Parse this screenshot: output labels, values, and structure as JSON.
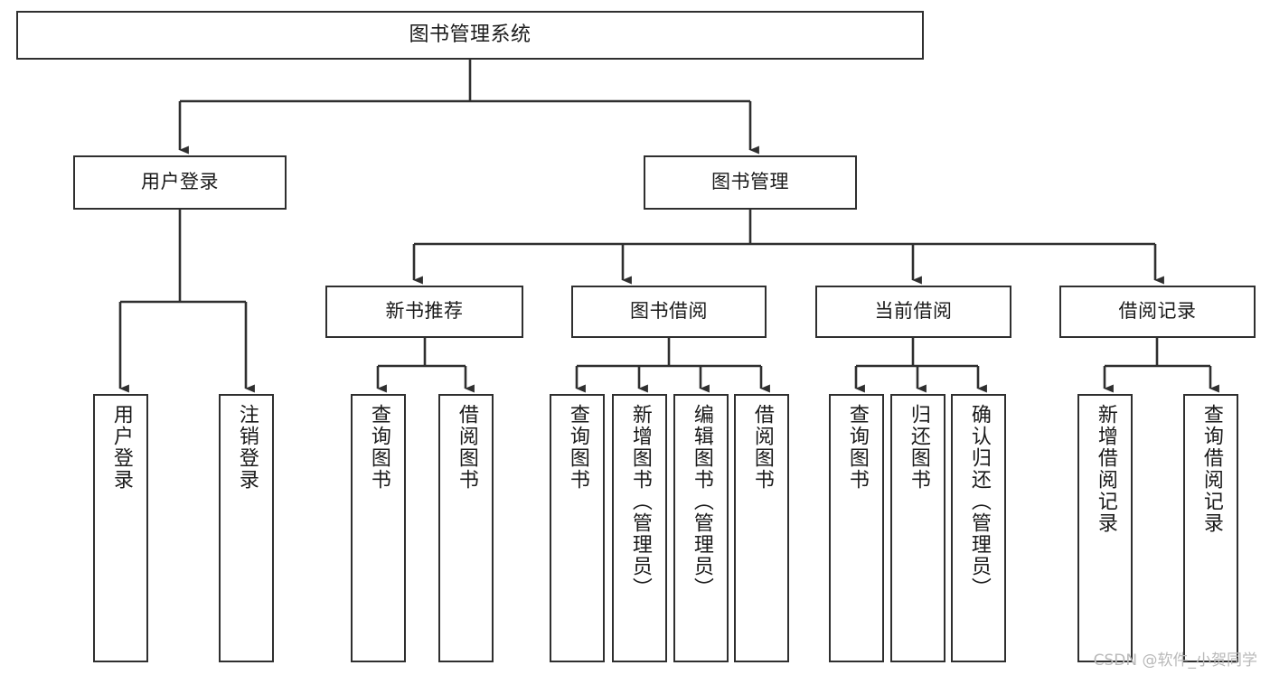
{
  "diagram": {
    "title": "图书管理系统",
    "type": "tree",
    "background_color": "#ffffff",
    "line_color": "#2f2f2f",
    "box_border_color": "#2f2f2f",
    "box_fill_color": "#ffffff",
    "text_color": "#1a1a1a"
  },
  "nodes": {
    "root": {
      "label": "图书管理系统",
      "level": 1
    },
    "level2": [
      {
        "id": "user-login",
        "label": "用户登录"
      },
      {
        "id": "book-manage",
        "label": "图书管理"
      }
    ],
    "level3": [
      {
        "id": "new-book-recommend",
        "label": "新书推荐"
      },
      {
        "id": "book-borrow",
        "label": "图书借阅"
      },
      {
        "id": "current-borrow",
        "label": "当前借阅"
      },
      {
        "id": "borrow-record",
        "label": "借阅记录"
      }
    ],
    "leaves": {
      "user_login": [
        {
          "id": "leaf-user-login",
          "label": "用户登录"
        },
        {
          "id": "leaf-user-logout",
          "label": "注销登录"
        }
      ],
      "new_book_recommend": [
        {
          "id": "leaf-query-book-1",
          "label": "查询图书"
        },
        {
          "id": "leaf-borrow-book-1",
          "label": "借阅图书"
        }
      ],
      "book_borrow": [
        {
          "id": "leaf-query-book-2",
          "label": "查询图书"
        },
        {
          "id": "leaf-add-book",
          "label": "新增图书（管理员）"
        },
        {
          "id": "leaf-edit-book",
          "label": "编辑图书（管理员）"
        },
        {
          "id": "leaf-borrow-book-2",
          "label": "借阅图书"
        }
      ],
      "current_borrow": [
        {
          "id": "leaf-query-book-3",
          "label": "查询图书"
        },
        {
          "id": "leaf-return-book",
          "label": "归还图书"
        },
        {
          "id": "leaf-confirm-return",
          "label": "确认归还（管理员）"
        }
      ],
      "borrow_record": [
        {
          "id": "leaf-add-record",
          "label": "新增借阅记录"
        },
        {
          "id": "leaf-query-record",
          "label": "查询借阅记录"
        }
      ]
    }
  },
  "watermark": {
    "text": "CSDN @软件_小贺同学"
  }
}
